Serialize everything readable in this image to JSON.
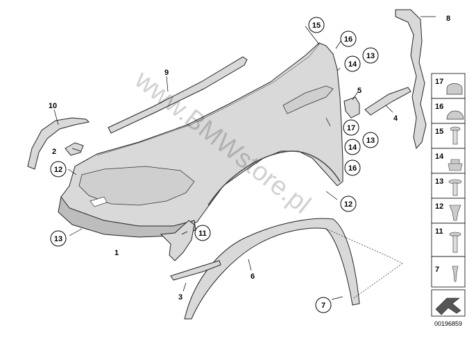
{
  "diagram": {
    "watermark": "www.BMWstore.pl",
    "doc_id": "00196859",
    "callouts": {
      "c1": "1",
      "c2": "2",
      "c3": "3",
      "c4": "4",
      "c5": "5",
      "c6": "6",
      "c7": "7",
      "c8": "8",
      "c9": "9",
      "c10": "10",
      "c11": "11",
      "c12a": "12",
      "c12b": "12",
      "c13a": "13",
      "c13b": "13",
      "c13c": "13",
      "c14a": "14",
      "c14b": "14",
      "c15": "15",
      "c16a": "16",
      "c16b": "16",
      "c17": "17"
    },
    "legend": [
      "17",
      "16",
      "15",
      "14",
      "13",
      "12",
      "11",
      "7"
    ]
  }
}
